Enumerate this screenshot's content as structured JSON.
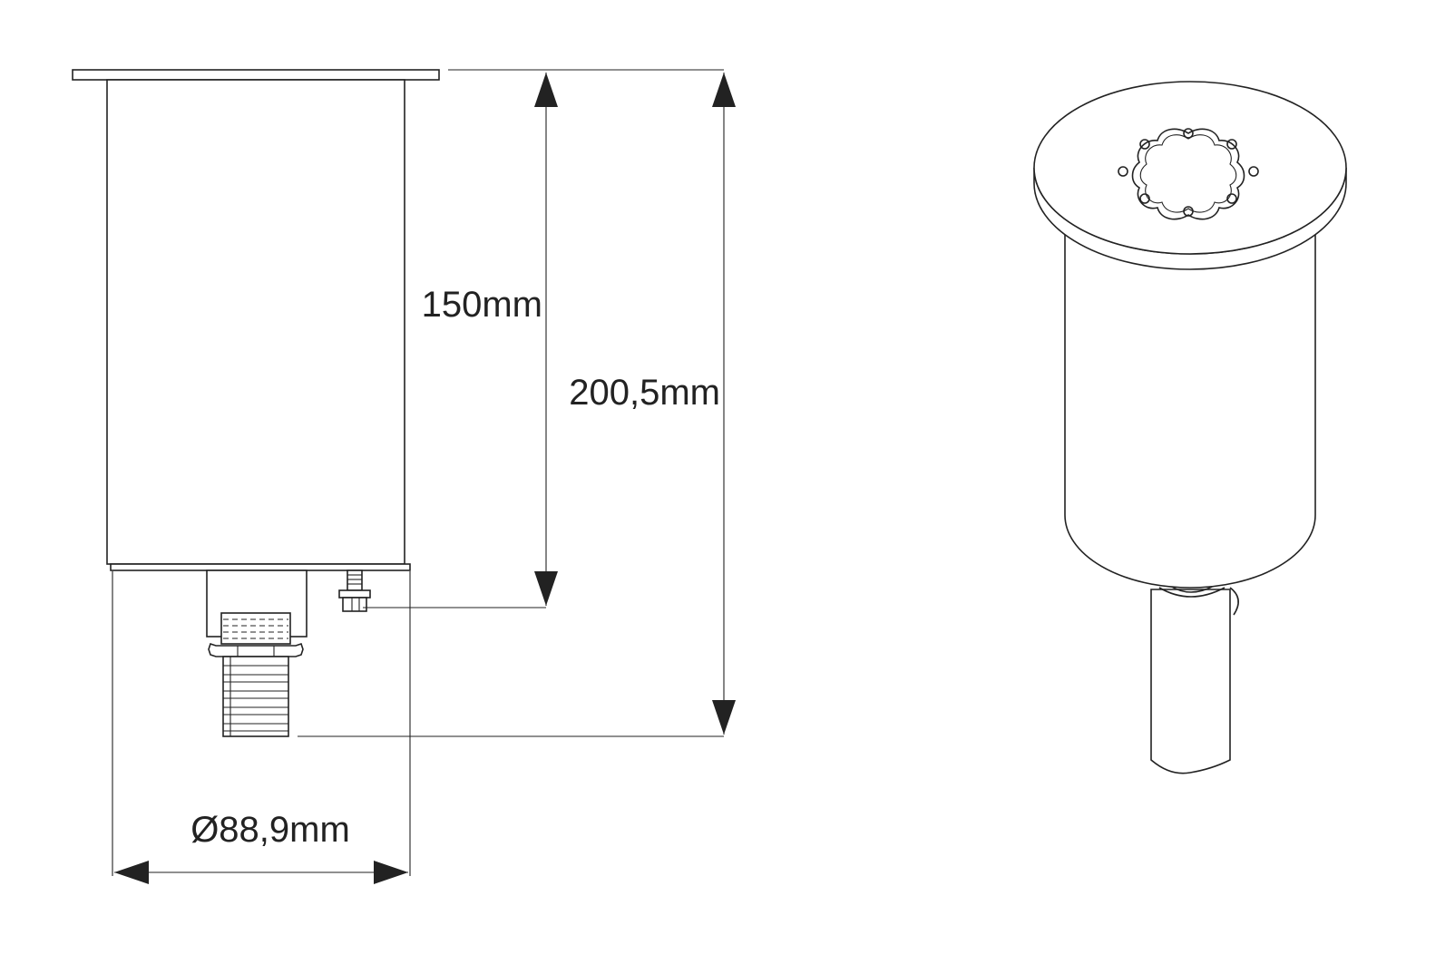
{
  "dimensions": {
    "height_tube": "150mm",
    "height_total": "200,5mm",
    "diameter": "Ø88,9mm"
  },
  "colors": {
    "line": "#222222",
    "background": "#ffffff"
  }
}
